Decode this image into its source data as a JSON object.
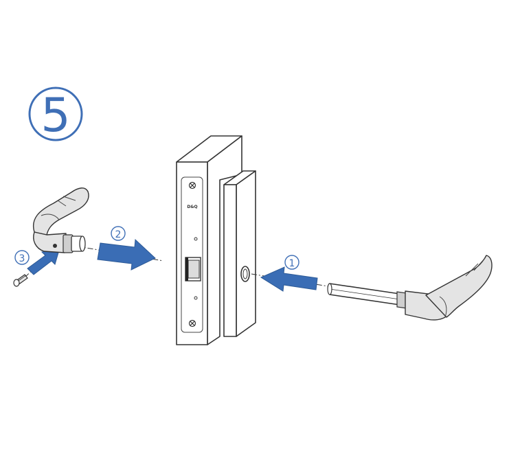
{
  "step": {
    "number": "5",
    "color": "#3f6fb6"
  },
  "callouts": [
    {
      "id": "1",
      "text": "1"
    },
    {
      "id": "2",
      "text": "2"
    },
    {
      "id": "3",
      "text": "3"
    }
  ],
  "lock_body": {
    "brand_text": "D&Q"
  },
  "colors": {
    "arrow": "#3a6db5",
    "outline": "#333333",
    "handle_fill": "#e4e4e4"
  }
}
